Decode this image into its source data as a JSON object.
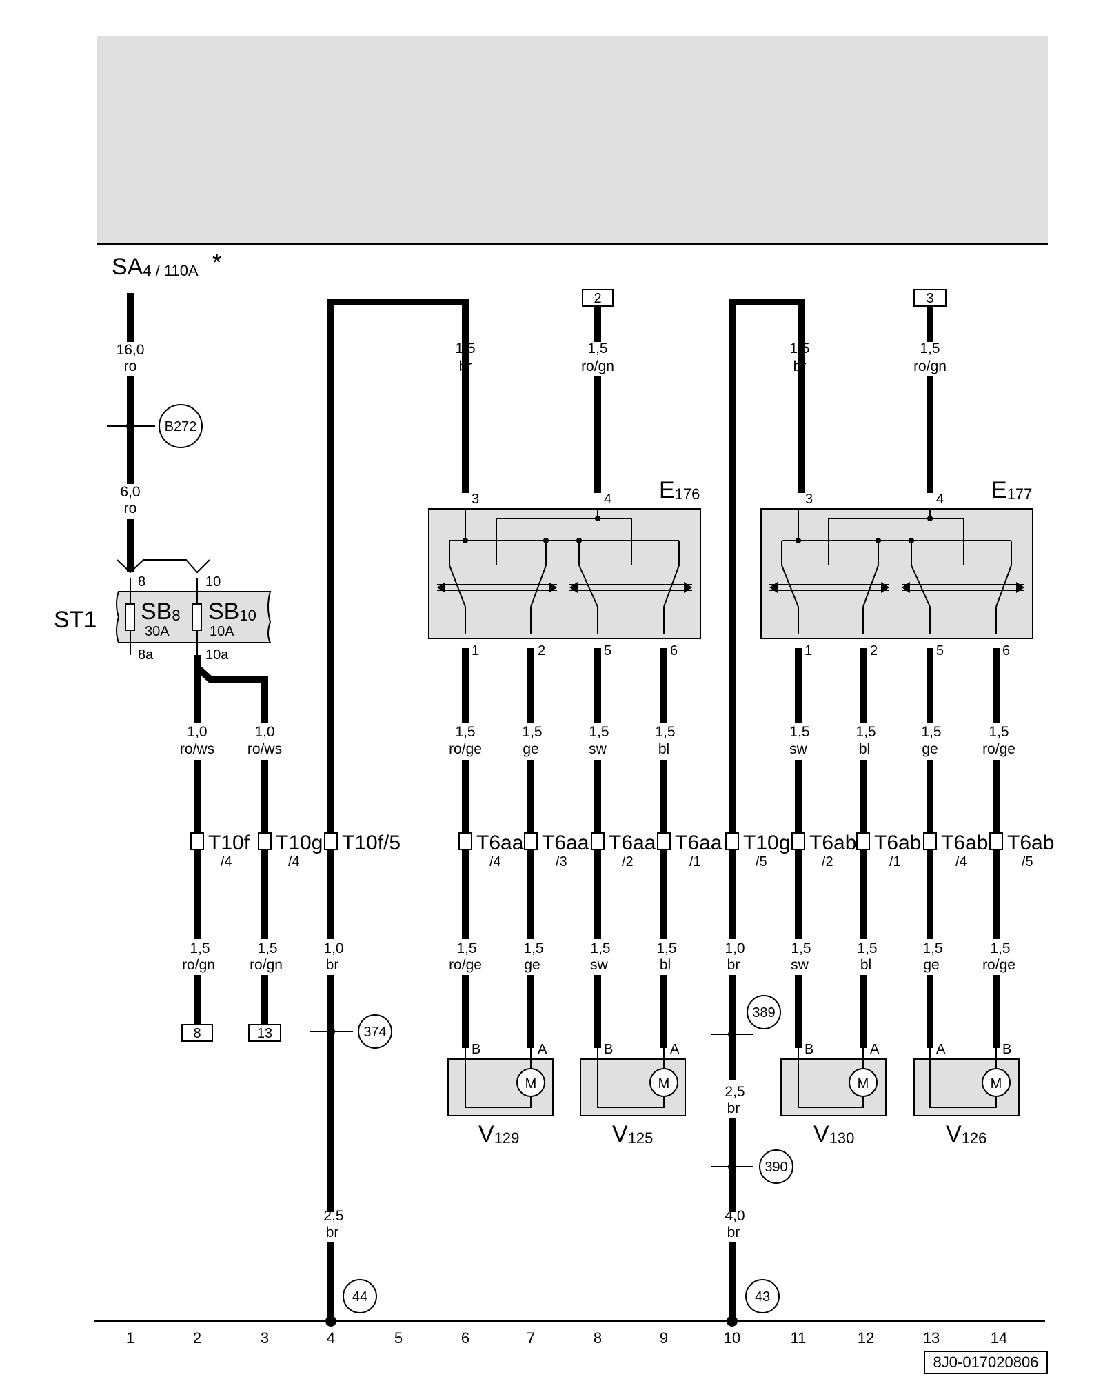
{
  "header_note": "",
  "top_label": {
    "main": "SA",
    "sub": "4 / 110A",
    "star": "*"
  },
  "fuse_carrier": {
    "label": "ST1"
  },
  "fuses": [
    {
      "name": "SB",
      "num": "8",
      "rating": "30A",
      "pin_in": "8",
      "pin_out": "8a"
    },
    {
      "name": "SB",
      "num": "10",
      "rating": "10A",
      "pin_in": "10",
      "pin_out": "10a"
    }
  ],
  "switches": [
    {
      "name": "E",
      "num": "176",
      "pins_top": [
        "3",
        "4"
      ],
      "pins_bottom": [
        "1",
        "2",
        "5",
        "6"
      ]
    },
    {
      "name": "E",
      "num": "177",
      "pins_top": [
        "3",
        "4"
      ],
      "pins_bottom": [
        "1",
        "2",
        "5",
        "6"
      ]
    }
  ],
  "motors": [
    {
      "name": "V",
      "num": "129",
      "pins": [
        "B",
        "A"
      ],
      "symbol": "M"
    },
    {
      "name": "V",
      "num": "125",
      "pins": [
        "B",
        "A"
      ],
      "symbol": "M"
    },
    {
      "name": "V",
      "num": "130",
      "pins": [
        "B",
        "A"
      ],
      "symbol": "M"
    },
    {
      "name": "V",
      "num": "126",
      "pins": [
        "A",
        "B"
      ],
      "symbol": "M"
    }
  ],
  "top_refs": [
    "2",
    "3"
  ],
  "bottom_refs": [
    "8",
    "13"
  ],
  "wire_labels": {
    "c1_top": [
      "16,0",
      "ro"
    ],
    "c1_mid": [
      "6,0",
      "ro"
    ],
    "c6_top": [
      "1,5",
      "br"
    ],
    "c8_top": [
      "1,5",
      "ro/gn"
    ],
    "c11_top": [
      "1,5",
      "br"
    ],
    "c13_top": [
      "1,5",
      "ro/gn"
    ],
    "c2_upper": [
      "1,0",
      "ro/ws"
    ],
    "c3_upper": [
      "1,0",
      "ro/ws"
    ],
    "c6_upper": [
      "1,5",
      "ro/ge"
    ],
    "c7_upper": [
      "1,5",
      "ge"
    ],
    "c8_upper": [
      "1,5",
      "sw"
    ],
    "c9_upper": [
      "1,5",
      "bl"
    ],
    "c11_upper": [
      "1,5",
      "sw"
    ],
    "c12_upper": [
      "1,5",
      "bl"
    ],
    "c13_upper": [
      "1,5",
      "ge"
    ],
    "c14_upper": [
      "1,5",
      "ro/ge"
    ],
    "c2_lower": [
      "1,5",
      "ro/gn"
    ],
    "c3_lower": [
      "1,5",
      "ro/gn"
    ],
    "c4_lower": [
      "1,0",
      "br"
    ],
    "c6_lower": [
      "1,5",
      "ro/ge"
    ],
    "c7_lower": [
      "1,5",
      "ge"
    ],
    "c8_lower": [
      "1,5",
      "sw"
    ],
    "c9_lower": [
      "1,5",
      "bl"
    ],
    "c10_lower": [
      "1,0",
      "br"
    ],
    "c11_lower": [
      "1,5",
      "sw"
    ],
    "c12_lower": [
      "1,5",
      "bl"
    ],
    "c13_lower": [
      "1,5",
      "ge"
    ],
    "c14_lower": [
      "1,5",
      "ro/ge"
    ],
    "c10_mid": [
      "2,5",
      "br"
    ],
    "c4_bottom": [
      "2,5",
      "br"
    ],
    "c10_bottom": [
      "4,0",
      "br"
    ]
  },
  "connectors": [
    {
      "main": "T10f",
      "sub": "/4"
    },
    {
      "main": "T10g",
      "sub": "/4"
    },
    {
      "main": "T10f/5",
      "sub": ""
    },
    {
      "main": "T6aa",
      "sub": "/4"
    },
    {
      "main": "T6aa",
      "sub": "/3"
    },
    {
      "main": "T6aa",
      "sub": "/2"
    },
    {
      "main": "T6aa",
      "sub": "/1"
    },
    {
      "main": "T10g",
      "sub": "/5"
    },
    {
      "main": "T6ab",
      "sub": "/2"
    },
    {
      "main": "T6ab",
      "sub": "/1"
    },
    {
      "main": "T6ab",
      "sub": "/4"
    },
    {
      "main": "T6ab",
      "sub": "/5"
    }
  ],
  "circle_refs": [
    "B272",
    "374",
    "389",
    "390",
    "44",
    "43"
  ],
  "grid_numbers": [
    "1",
    "2",
    "3",
    "4",
    "5",
    "6",
    "7",
    "8",
    "9",
    "10",
    "11",
    "12",
    "13",
    "14"
  ],
  "doc_id": "8J0-017020806"
}
